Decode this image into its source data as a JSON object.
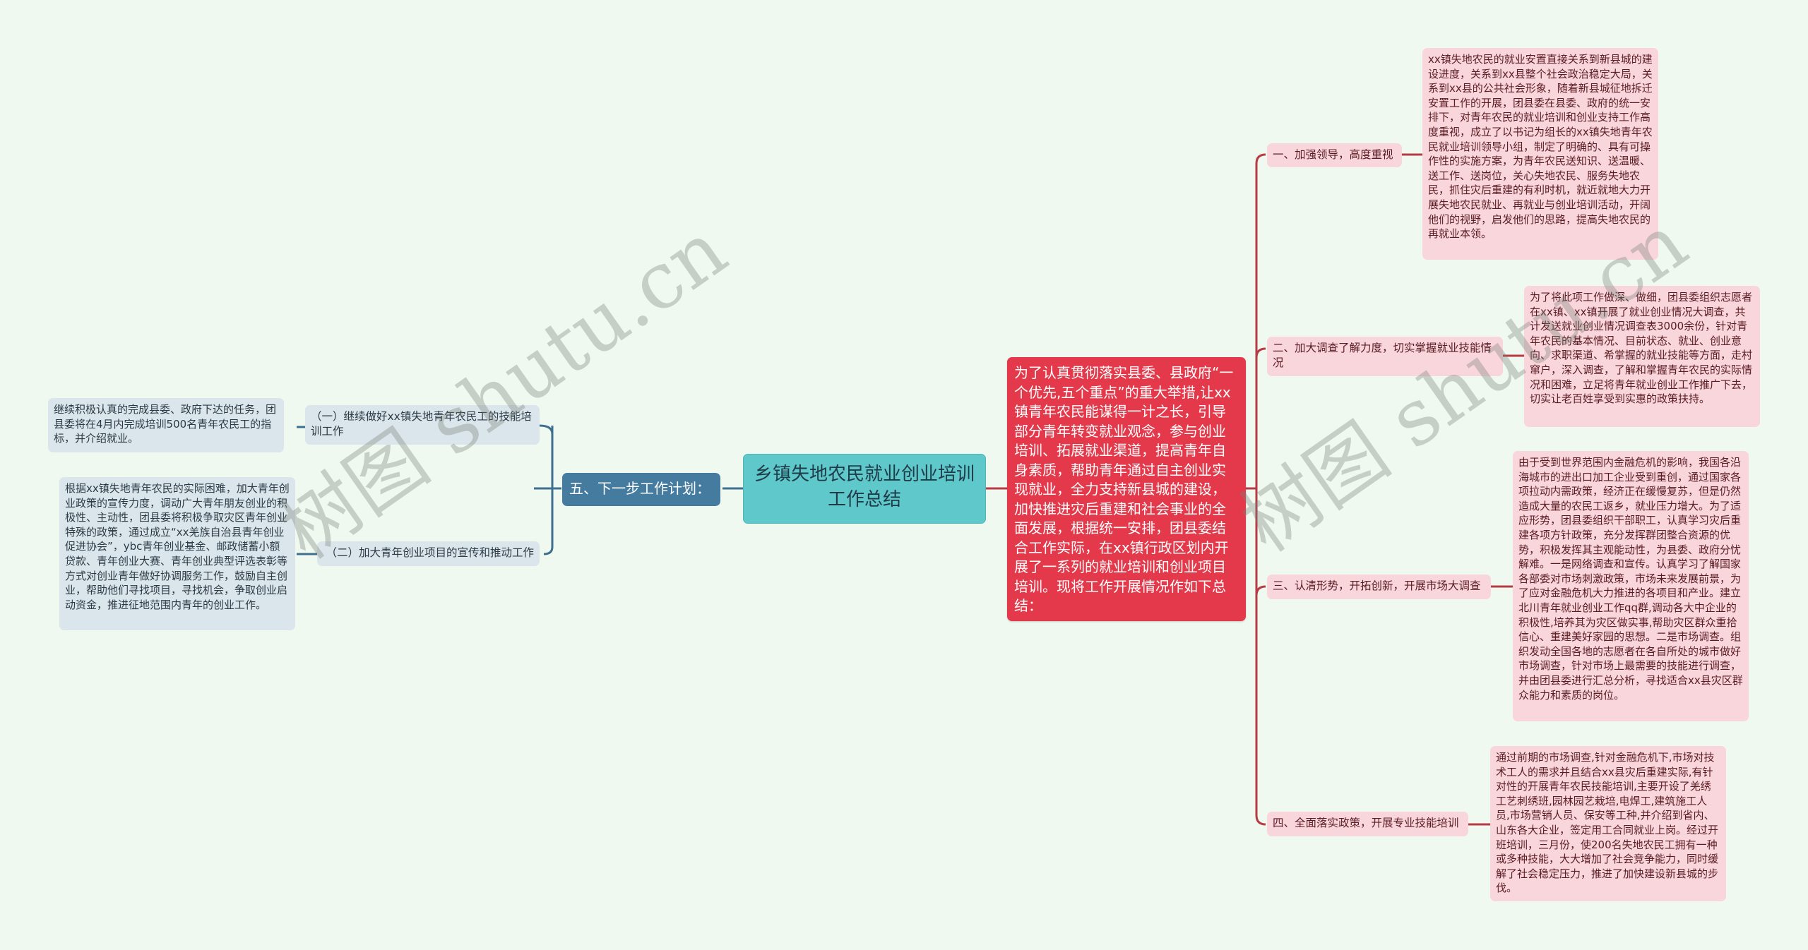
{
  "root": {
    "title": "乡镇失地农民就业创业培训工作总结"
  },
  "intro": {
    "text": "为了认真贯彻落实县委、县政府“一个优先,五个重点”的重大举措,让xx镇青年农民能谋得一计之长，引导部分青年转变就业观念，参与创业培训、拓展就业渠道，提高青年自身素质，帮助青年通过自主创业实现就业，全力支持新县城的建设，加快推进灾后重建和社会事业的全面发展，根据统一安排，团县委结合工作实际，在xx镇行政区划内开展了一系列的就业培训和创业项目培训。现将工作开展情况作如下总结："
  },
  "right_branches": [
    {
      "label": "一、加强领导，高度重视",
      "detail": "xx镇失地农民的就业安置直接关系到新县城的建设进度，关系到xx县整个社会政治稳定大局，关系到xx县的公共社会形象，随着新县城征地拆迁安置工作的开展，团县委在县委、政府的统一安排下，对青年农民的就业培训和创业支持工作高度重视，成立了以书记为组长的xx镇失地青年农民就业培训领导小组，制定了明确的、具有可操作性的实施方案，为青年农民送知识、送温暖、送工作、送岗位，关心失地农民、服务失地农民，抓住灾后重建的有利时机，就近就地大力开展失地农民就业、再就业与创业培训活动，开阔他们的视野，启发他们的思路，提高失地农民的再就业本领。"
    },
    {
      "label": "二、加大调查了解力度，切实掌握就业技能情况",
      "detail": "为了将此项工作做深、做细，团县委组织志愿者在xx镇、xx镇开展了就业创业情况大调查，共计发送就业创业情况调查表3000余份，针对青年农民的基本情况、目前状态、就业、创业意向、求职渠道、希掌握的就业技能等方面，走村窜户，深入调查，了解和掌握青年农民的实际情况和困难，立足将青年就业创业工作推广下去，切实让老百姓享受到实惠的政策扶持。"
    },
    {
      "label": "三、认清形势，开拓创新，开展市场大调查",
      "detail": "由于受到世界范围内金融危机的影响，我国各沿海城市的进出口加工企业受到重创，通过国家各项拉动内需政策，经济正在缓慢复苏，但是仍然造成大量的农民工返乡，就业压力增大。为了适应形势，团县委组织干部职工，认真学习灾后重建各项方针政策，充分发挥群团整合资源的优势，积极发挥其主观能动性，为县委、政府分忧解难。一是网络调查和宣传。认真学习了解国家各部委对市场刺激政策，市场未来发展前景，为了应对金融危机大力推进的各项目和产业。建立北川青年就业创业工作qq群,调动各大中企业的积极性,培养其为灾区做实事,帮助灾区群众重拾信心、重建美好家园的思想。二是市场调查。组织发动全国各地的志愿者在各自所处的城市做好市场调查，针对市场上最需要的技能进行调查，并由团县委进行汇总分析，寻找适合xx县灾区群众能力和素质的岗位。"
    },
    {
      "label": "四、全面落实政策，开展专业技能培训",
      "detail": "通过前期的市场调查,针对金融危机下,市场对技术工人的需求并且结合xx县灾后重建实际,有针对性的开展青年农民技能培训,主要开设了羌绣工艺刺绣班,园林园艺栽培,电焊工,建筑施工人员,市场营销人员、保安等工种,并介绍到省内、山东各大企业，签定用工合同就业上岗。经过开班培训，三月份，使200名失地农民工拥有一种或多种技能，大大增加了社会竞争能力，同时缓解了社会稳定压力，推进了加快建设新县城的步伐。"
    }
  ],
  "left_branch": {
    "label": "五、下一步工作计划：",
    "children": [
      {
        "label": "（一）继续做好xx镇失地青年农民工的技能培训工作",
        "detail": "继续积极认真的完成县委、政府下达的任务，团县委将在4月内完成培训500名青年农民工的指标，并介绍就业。"
      },
      {
        "label": "（二）加大青年创业项目的宣传和推动工作",
        "detail": "根据xx镇失地青年农民的实际困难，加大青年创业政策的宣传力度，调动广大青年朋友创业的积极性、主动性，团县委将积极争取灾区青年创业特殊的政策，通过成立“xx羌族自治县青年创业促进协会”，ybc青年创业基金、邮政储蓄小额贷款、青年创业大赛、青年创业典型评选表彰等方式对创业青年做好协调服务工作，鼓励自主创业，帮助他们寻找项目，寻找机会，争取创业启动资金，推进征地范围内青年的创业工作。"
      }
    ]
  },
  "watermark": {
    "text_left": "树图 shutu.cn",
    "text_right": "树图 shutu.cn"
  },
  "colors": {
    "background": "#f0f9ef",
    "root": "#5ec8cb",
    "intro": "#e4394a",
    "right_node": "#f9d6dc",
    "right_line": "#b83a45",
    "left_main": "#447b9f",
    "left_node": "#dbe5ec",
    "left_line": "#3e6f8f"
  }
}
